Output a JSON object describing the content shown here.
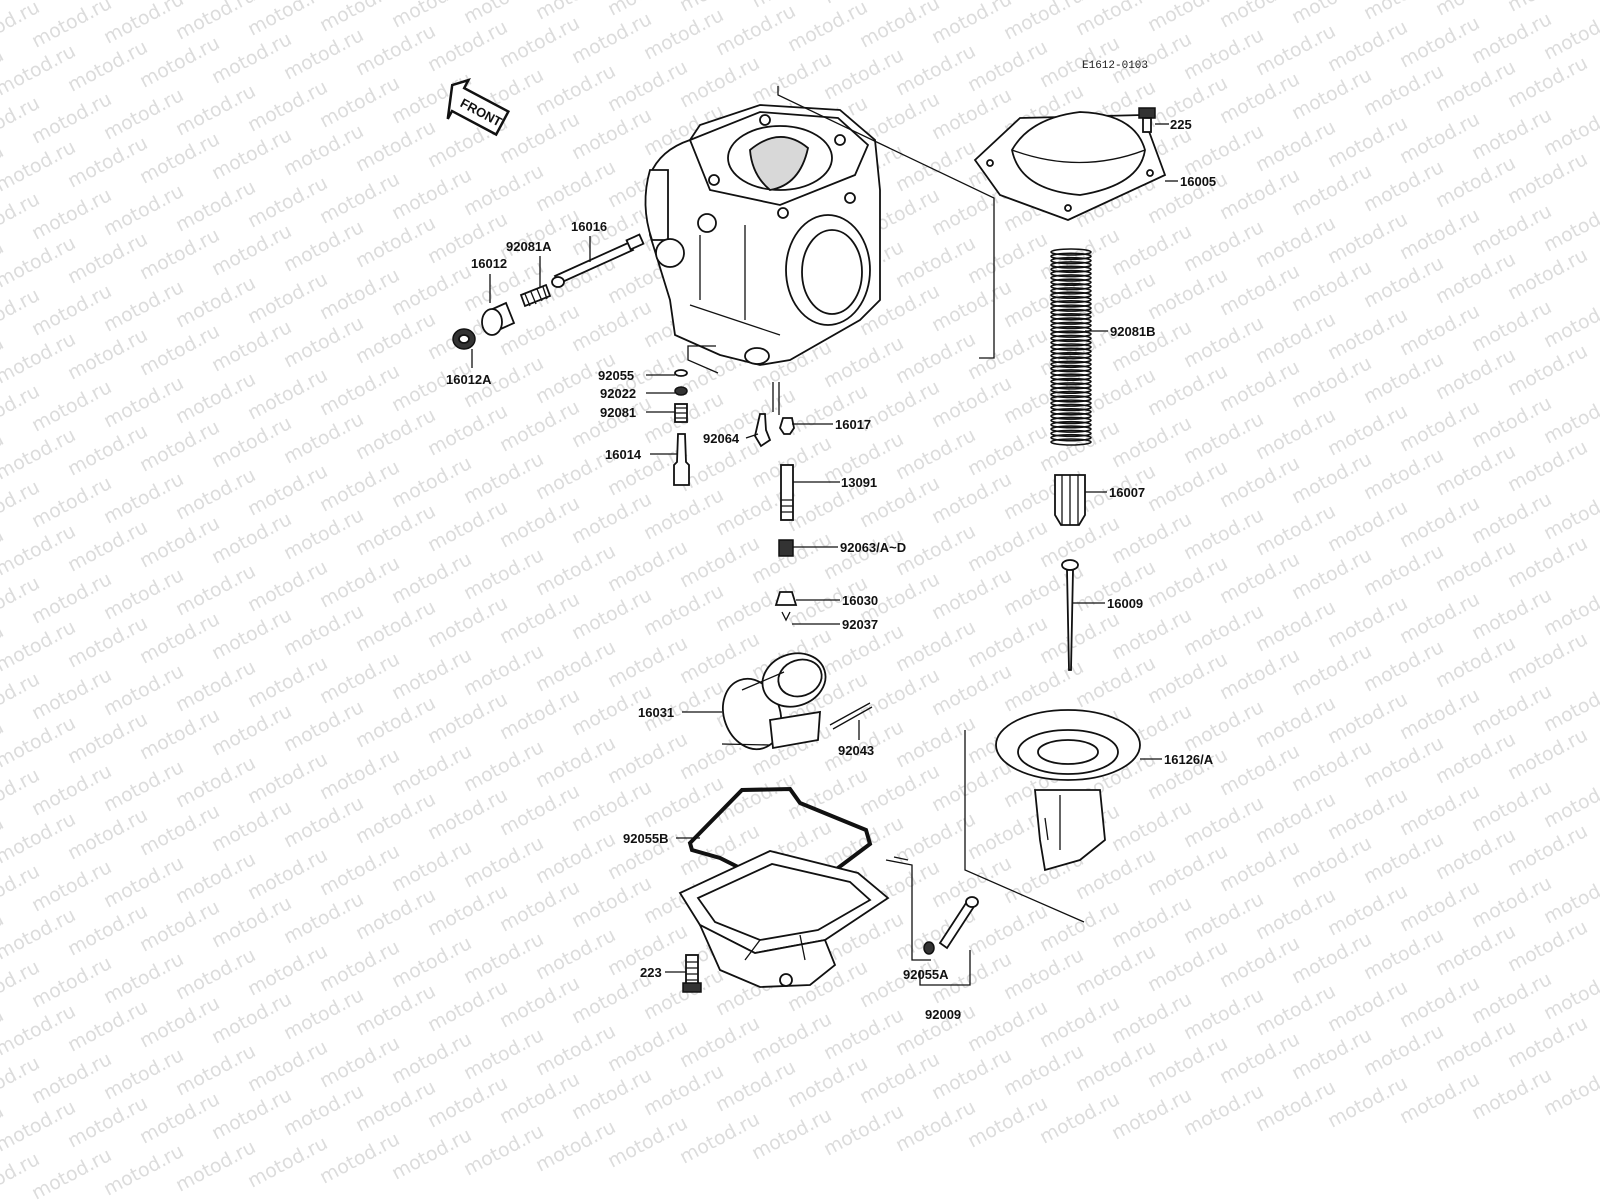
{
  "watermark": {
    "text": "motod.ru"
  },
  "diagram": {
    "code": "E1612-0103",
    "front_arrow": "FRONT"
  },
  "labels": {
    "p225": "225",
    "p16005": "16005",
    "p92081B": "92081B",
    "p16007": "16007",
    "p16009": "16009",
    "p16126A": "16126/A",
    "p16016": "16016",
    "p92081A": "92081A",
    "p16012": "16012",
    "p16012A": "16012A",
    "p92055": "92055",
    "p92022": "92022",
    "p92081": "92081",
    "p16014": "16014",
    "p92064": "92064",
    "p16017": "16017",
    "p13091": "13091",
    "p92063": "92063/A~D",
    "p16030": "16030",
    "p92037": "92037",
    "p16031": "16031",
    "p92043": "92043",
    "p92055B": "92055B",
    "p223": "223",
    "p92055A": "92055A",
    "p92009": "92009"
  },
  "colors": {
    "ink": "#111111",
    "watermark": "#dcdcdc",
    "background": "#ffffff"
  }
}
